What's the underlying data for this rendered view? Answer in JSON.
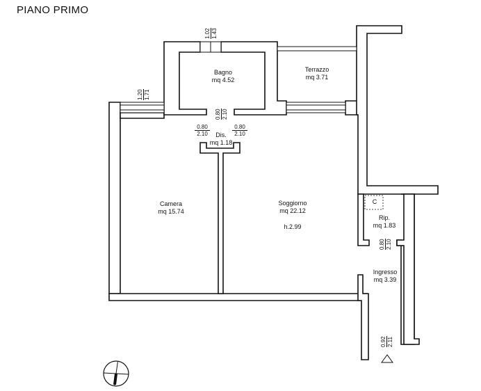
{
  "title": "PIANO PRIMO",
  "rooms": {
    "bagno": {
      "name": "Bagno",
      "area": "mq 4.52"
    },
    "terrazzo": {
      "name": "Terrazzo",
      "area": "mq 3.71"
    },
    "dis": {
      "name": "Dis.",
      "area": "mq 1.18"
    },
    "camera": {
      "name": "Camera",
      "area": "mq 15.74"
    },
    "soggiorno": {
      "name": "Soggiorno",
      "area": "mq 22.12",
      "height": "h.2.99"
    },
    "closet": {
      "name": "C"
    },
    "rip": {
      "name": "Rip.",
      "area": "mq 1.83"
    },
    "ingresso": {
      "name": "Ingresso",
      "area": "mq 3.39"
    }
  },
  "dimensions": {
    "bagno_window": {
      "top": "1.02",
      "bottom": "1.43"
    },
    "camera_window": {
      "top": "1.20",
      "bottom": "1.71"
    },
    "bagno_door": {
      "top": "0.80",
      "bottom": "2.10"
    },
    "dis_door_left": {
      "top": "0.80",
      "bottom": "2.10"
    },
    "dis_door_right": {
      "top": "0.80",
      "bottom": "2.10"
    },
    "rip_door": {
      "top": "0.80",
      "bottom": "2.10"
    },
    "entrance_door": {
      "top": "0.92",
      "bottom": "2.11"
    }
  },
  "symbols": {
    "north_arrow": "compass-icon",
    "entrance_marker": "entrance-triangle-icon"
  }
}
